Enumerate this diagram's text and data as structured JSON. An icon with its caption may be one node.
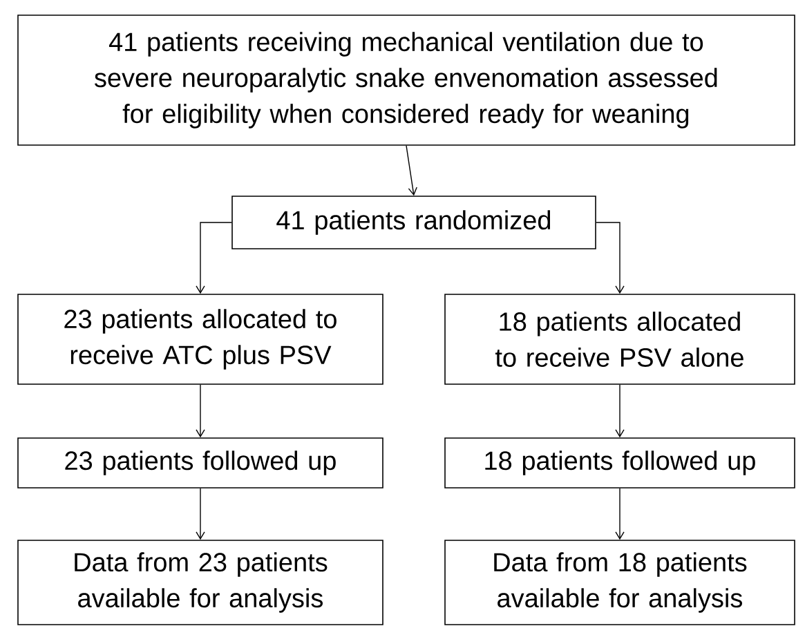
{
  "diagram": {
    "nodes": [
      {
        "text": [
          "41 patients receiving mechanical ventilation due to severe neuroparalytic snake envenomation assessed for eligibility when considered ready for weaning"
        ]
      },
      {
        "text": [
          "41 patients randomized"
        ]
      },
      {
        "text": [
          "23 patients allocated to receive ATC plus PSV"
        ]
      },
      {
        "text": [
          "18 patients allocated to receive PSV alone"
        ]
      },
      {
        "text": [
          "23 patients followed up"
        ]
      },
      {
        "text": [
          "18 patients followed up"
        ]
      },
      {
        "text": [
          "Data from 23 patients available for analysis"
        ]
      },
      {
        "text": [
          "Data from 18 patients available for analysis"
        ]
      }
    ],
    "edges": [
      {
        "from": 0,
        "to": 1,
        "arrow": "to"
      },
      {
        "from": 1,
        "to": 2,
        "arrow": "to"
      },
      {
        "from": 1,
        "to": 3,
        "arrow": "to"
      },
      {
        "from": 2,
        "to": 4,
        "arrow": "to"
      },
      {
        "from": 3,
        "to": 5,
        "arrow": "to"
      },
      {
        "from": 4,
        "to": 6,
        "arrow": "to"
      },
      {
        "from": 5,
        "to": 7,
        "arrow": "to"
      }
    ]
  }
}
